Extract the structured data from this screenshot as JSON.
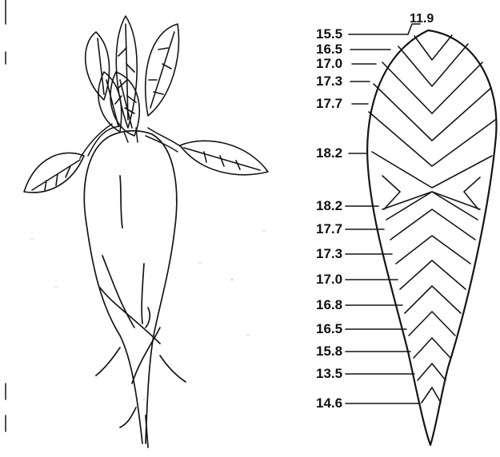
{
  "left_figure": {
    "name": "beet plant illustration"
  },
  "right_figure": {
    "top_value": "11.9",
    "left_values": [
      "15.5",
      "16.5",
      "17.0",
      "17.3",
      "17.7",
      "18.2",
      "18.2",
      "17.7",
      "17.3",
      "17.0",
      "16.8",
      "16.5",
      "15.8",
      "13.5",
      "14.6"
    ]
  }
}
